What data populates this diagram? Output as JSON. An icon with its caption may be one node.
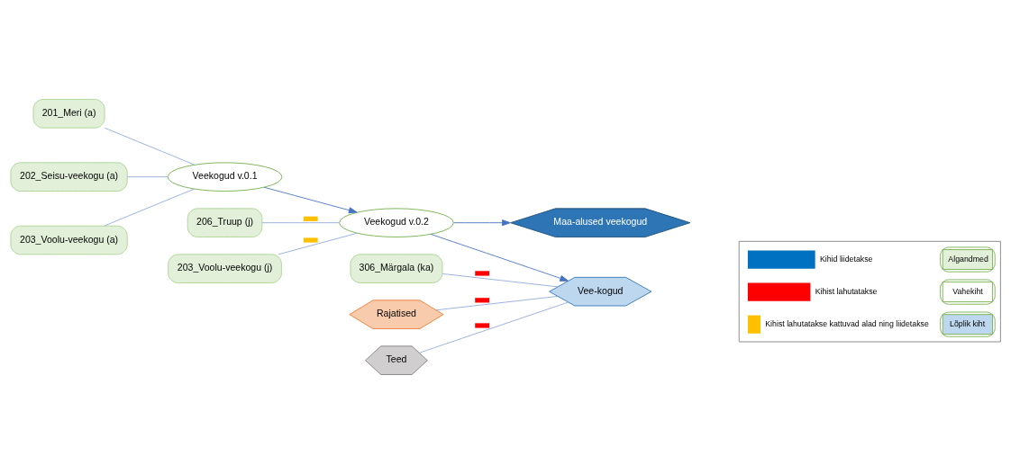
{
  "diagram": {
    "nodes": [
      {
        "text": [
          "201_Meri (a)"
        ]
      },
      {
        "text": [
          "202_Seisu-veekogu (a)"
        ]
      },
      {
        "text": [
          "203_Voolu-veekogu (a)"
        ]
      },
      {
        "text": [
          "Veekogud v.0.1"
        ]
      },
      {
        "text": [
          "206_Truup (j)"
        ]
      },
      {
        "text": [
          "203_Voolu-veekogu (j)"
        ]
      },
      {
        "text": [
          "Veekogud v.0.2"
        ]
      },
      {
        "text": [
          "306_Märgala (ka)"
        ]
      },
      {
        "text": [
          "Rajatised"
        ]
      },
      {
        "text": [
          "Teed"
        ]
      },
      {
        "text": [
          "Maa-alused veekogud"
        ]
      },
      {
        "text": [
          "Vee-kogud"
        ]
      }
    ],
    "edges": [
      {
        "from": 0,
        "to": 3,
        "arrow": "none"
      },
      {
        "from": 1,
        "to": 3,
        "arrow": "none"
      },
      {
        "from": 2,
        "to": 3,
        "arrow": "none"
      },
      {
        "from": 4,
        "to": 6,
        "arrow": "none"
      },
      {
        "from": 5,
        "to": 6,
        "arrow": "none"
      },
      {
        "from": 3,
        "to": 6,
        "arrow": "to"
      },
      {
        "from": 7,
        "to": 11,
        "arrow": "none"
      },
      {
        "from": 8,
        "to": 11,
        "arrow": "none"
      },
      {
        "from": 9,
        "to": 11,
        "arrow": "none"
      },
      {
        "from": 6,
        "to": 11,
        "arrow": "to"
      },
      {
        "from": 6,
        "to": 10,
        "arrow": "to"
      }
    ],
    "legend": [
      {
        "text": "Kihid liidetakse"
      },
      {
        "text": "Kihist lahutatakse",
        "color": "#ff0000"
      },
      {
        "text": "Kihist lahutatakse kattuvad alad ning liidetakse"
      },
      {
        "text": "Algandmed"
      },
      {
        "text": "Vahekiht"
      },
      {
        "text": "Lõplik kiht"
      }
    ]
  }
}
